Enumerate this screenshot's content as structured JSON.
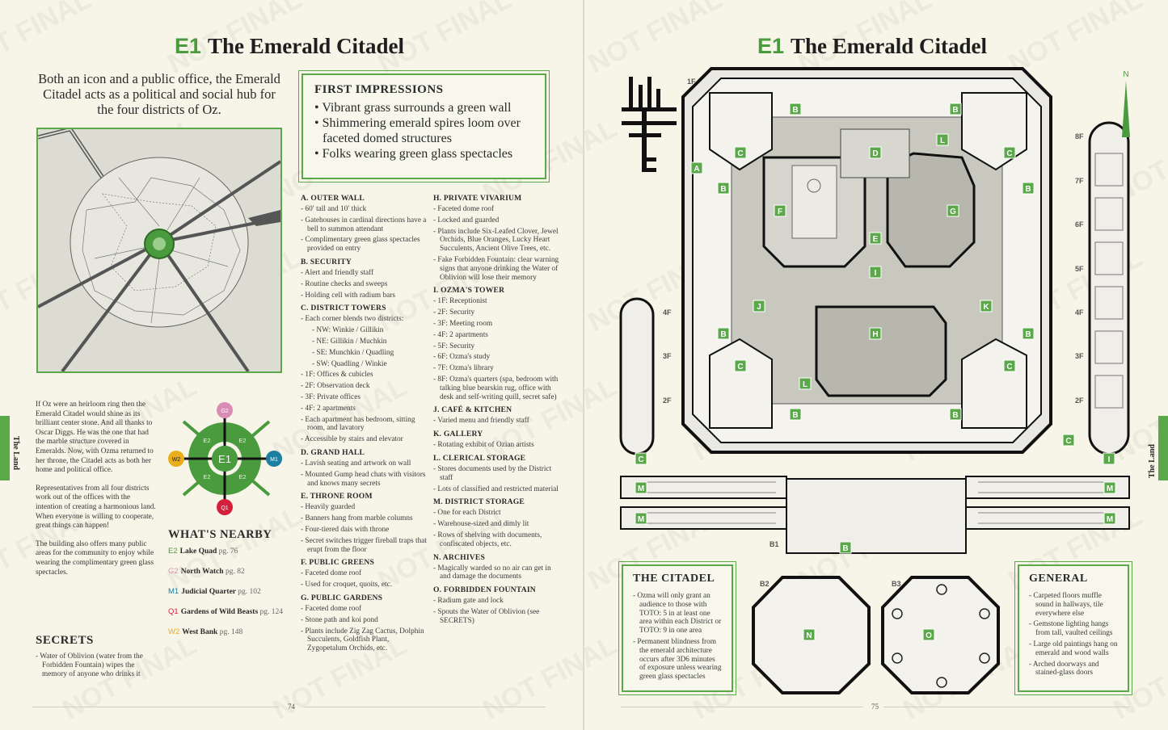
{
  "watermark": "NOT FINAL",
  "left_page": {
    "code": "E1",
    "title": "The Emerald Citadel",
    "intro": "Both an icon and a public office, the Emerald Citadel acts as a political and social hub for the four districts of Oz.",
    "first_impressions": {
      "heading": "FIRST IMPRESSIONS",
      "items": [
        "Vibrant grass surrounds a green wall",
        "Shimmering emerald spires loom over faceted domed structures",
        "Folks wearing green glass spectacles"
      ]
    },
    "body": [
      "If Oz were an heirloom ring then the Emerald Citadel would shine as its brilliant center stone. And all thanks to Oscar Diggs. He was the one that had the marble structure covered in Emeralds. Now, with Ozma returned to her throne, the Citadel acts as both her home and political office.",
      "Representatives from all four districts work out of the offices with the intention of creating a harmonious land. When everyone is willing to cooperate, great things can happen!",
      "The building also offers many public areas for the community to enjoy while wearing the complimentary green glass spectacles."
    ],
    "secrets": {
      "heading": "SECRETS",
      "items": [
        "Water of Oblivion (water from the Forbidden Fountain) wipes the memory of anyone who drinks it"
      ]
    },
    "diagram": {
      "center": "E1",
      "ring": [
        "E2",
        "E2",
        "E2",
        "E2"
      ],
      "north": "G2",
      "east": "M1",
      "south": "Q1",
      "west": "W2"
    },
    "nearby": {
      "heading": "WHAT'S NEARBY",
      "items": [
        {
          "code": "E2",
          "name": "Lake Quad",
          "page": "pg. 76",
          "color": "#4a9a3e"
        },
        {
          "code": "G2",
          "name": "North Watch",
          "page": "pg. 82",
          "color": "#d98cb4"
        },
        {
          "code": "M1",
          "name": "Judicial Quarter",
          "page": "pg. 102",
          "color": "#1a7fa0"
        },
        {
          "code": "Q1",
          "name": "Gardens of Wild Beasts",
          "page": "pg. 124",
          "color": "#d3203a"
        },
        {
          "code": "W2",
          "name": "West Bank",
          "page": "pg. 148",
          "color": "#e8ae1c"
        }
      ]
    },
    "col1": [
      {
        "h": "A.   OUTER WALL",
        "items": [
          "60′ tall and 10′ thick",
          "Gatehouses in cardinal directions have a bell to summon attendant",
          "Complimentary green glass spectacles provided on entry"
        ]
      },
      {
        "h": "B.   SECURITY",
        "items": [
          "Alert and friendly staff",
          "Routine checks and sweeps",
          "Holding cell with radium bars"
        ]
      },
      {
        "h": "C.   DISTRICT TOWERS",
        "items": [
          "Each corner blends two districts:"
        ],
        "sub": [
          "NW: Winkie / Gillikin",
          "NE: Gillikin / Muchkin",
          "SE: Munchkin / Quadling",
          "SW: Quadling / Winkie"
        ],
        "items2": [
          "1F: Offices & cubicles",
          "2F: Observation deck",
          "3F: Private offices",
          "4F:  2 apartments",
          "Each apartment has bedroom, sitting room, and lavatory",
          "Accessible by stairs and elevator"
        ]
      },
      {
        "h": "D.   GRAND HALL",
        "items": [
          "Lavish seating and artwork on wall",
          "Mounted Gump head chats with visitors and knows many secrets"
        ]
      },
      {
        "h": "E.   THRONE ROOM",
        "items": [
          "Heavily guarded",
          "Banners hang from marble columns",
          "Four-tiered dais with throne",
          "Secret switches trigger fireball traps that erupt from the floor"
        ]
      },
      {
        "h": "F.   PUBLIC GREENS",
        "items": [
          "Faceted dome roof",
          "Used for croquet, quoits, etc."
        ]
      },
      {
        "h": "G.   PUBLIC GARDENS",
        "items": [
          "Faceted dome roof",
          "Stone path and koi pond",
          "Plants include Zig Zag Cactus, Dolphin Succulents, Goldfish Plant, Zygopetalum Orchids, etc."
        ]
      }
    ],
    "col2": [
      {
        "h": "H.   PRIVATE VIVARIUM",
        "items": [
          "Faceted dome roof",
          "Locked and guarded",
          "Plants include Six-Leafed Clover, Jewel Orchids, Blue Oranges, Lucky Heart Succulents, Ancient Olive Trees, etc.",
          "Fake Forbidden Fountain: clear warning signs that anyone drinking the Water of Oblivion will lose their memory"
        ]
      },
      {
        "h": "I.   OZMA'S TOWER",
        "items": [
          "1F: Receptionist",
          "2F: Security",
          "3F: Meeting room",
          "4F:  2 apartments",
          "5F: Security",
          "6F:  Ozma's study",
          "7F:  Ozma's library",
          "8F:  Ozma's quarters (spa, bedroom with talking blue bearskin rug, office with desk and self-writing quill, secret safe)"
        ]
      },
      {
        "h": "J.   CAFÉ & KITCHEN",
        "items": [
          "Varied menu and friendly staff"
        ]
      },
      {
        "h": "K.   GALLERY",
        "items": [
          "Rotating exhibit of Ozian artists"
        ]
      },
      {
        "h": "L.   CLERICAL STORAGE",
        "items": [
          "Stores documents used by the District staff",
          "Lots of classified and restricted material"
        ]
      },
      {
        "h": "M.  DISTRICT STORAGE",
        "items": [
          "One for each District",
          "Warehouse-sized and dimly lit",
          "Rows of shelving with documents, confiscated objects, etc."
        ]
      },
      {
        "h": "N.   ARCHIVES",
        "items": [
          "Magically warded so no air can get in and damage the documents"
        ]
      },
      {
        "h": "O.   FORBIDDEN FOUNTAIN",
        "items": [
          "Radium gate and lock",
          "Spouts the Water of Oblivion (see SECRETS)"
        ]
      }
    ],
    "tab_label": "The Land",
    "page_number": "74"
  },
  "right_page": {
    "code": "E1",
    "title": "The Emerald Citadel",
    "compass": "N",
    "floors": {
      "main": "1F",
      "right_tower": [
        "8F",
        "7F",
        "6F",
        "5F",
        "4F",
        "3F",
        "2F"
      ],
      "left_tower": [
        "4F",
        "3F",
        "2F"
      ],
      "b1": "B1",
      "b2": "B2",
      "b3": "B3"
    },
    "markers": [
      "A",
      "B",
      "B",
      "B",
      "B",
      "B",
      "B",
      "B",
      "B",
      "C",
      "C",
      "C",
      "C",
      "C",
      "C",
      "D",
      "E",
      "F",
      "G",
      "H",
      "I",
      "I",
      "J",
      "K",
      "L",
      "L",
      "M",
      "M",
      "M",
      "M",
      "B",
      "N",
      "O"
    ],
    "citadel_box": {
      "heading": "THE CITADEL",
      "items": [
        "Ozma will only grant an audience to those with TOTO: 5 in at least one area within each District or TOTO: 9 in one area",
        "Permanent blindness from the emerald architecture occurs after 3D6 minutes of exposure unless wearing green glass spectacles"
      ]
    },
    "general_box": {
      "heading": "GENERAL",
      "items": [
        "Carpeted floors muffle sound in hallways, tile everywhere else",
        "Gemstone lighting hangs from tall, vaulted ceilings",
        "Large old paintings hang on emerald and wood walls",
        "Arched doorways and stained-glass doors"
      ]
    },
    "tab_label": "The Land",
    "page_number": "75"
  },
  "colors": {
    "accent": "#5aa84a",
    "paper": "#f7f5e8",
    "ink": "#1e1e1e"
  }
}
